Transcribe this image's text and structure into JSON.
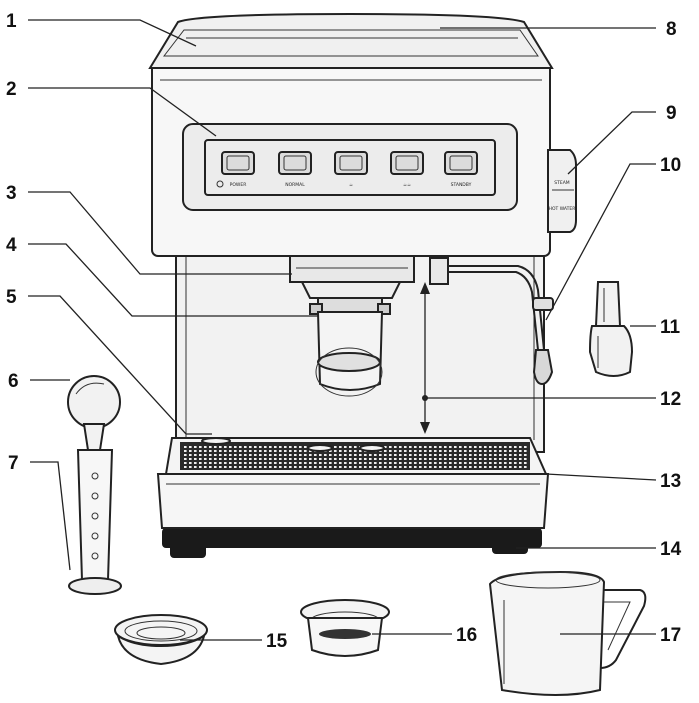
{
  "callouts": [
    {
      "number": "1"
    },
    {
      "number": "2"
    },
    {
      "number": "3"
    },
    {
      "number": "4"
    },
    {
      "number": "5"
    },
    {
      "number": "6"
    },
    {
      "number": "7"
    },
    {
      "number": "8"
    },
    {
      "number": "9"
    },
    {
      "number": "10"
    },
    {
      "number": "11"
    },
    {
      "number": "12"
    },
    {
      "number": "13"
    },
    {
      "number": "14"
    },
    {
      "number": "15"
    },
    {
      "number": "16"
    },
    {
      "number": "17"
    }
  ],
  "panel_labels": [
    "POWER",
    "NORMAL",
    "☕",
    "☕☕",
    "STANDBY"
  ],
  "knob_labels": {
    "steam": "STEAM",
    "hot_water": "HOT WATER"
  },
  "colors": {
    "line": "#222222",
    "background": "#ffffff",
    "metal_light": "#eeeeee",
    "metal_dark": "#1a1a1a"
  }
}
